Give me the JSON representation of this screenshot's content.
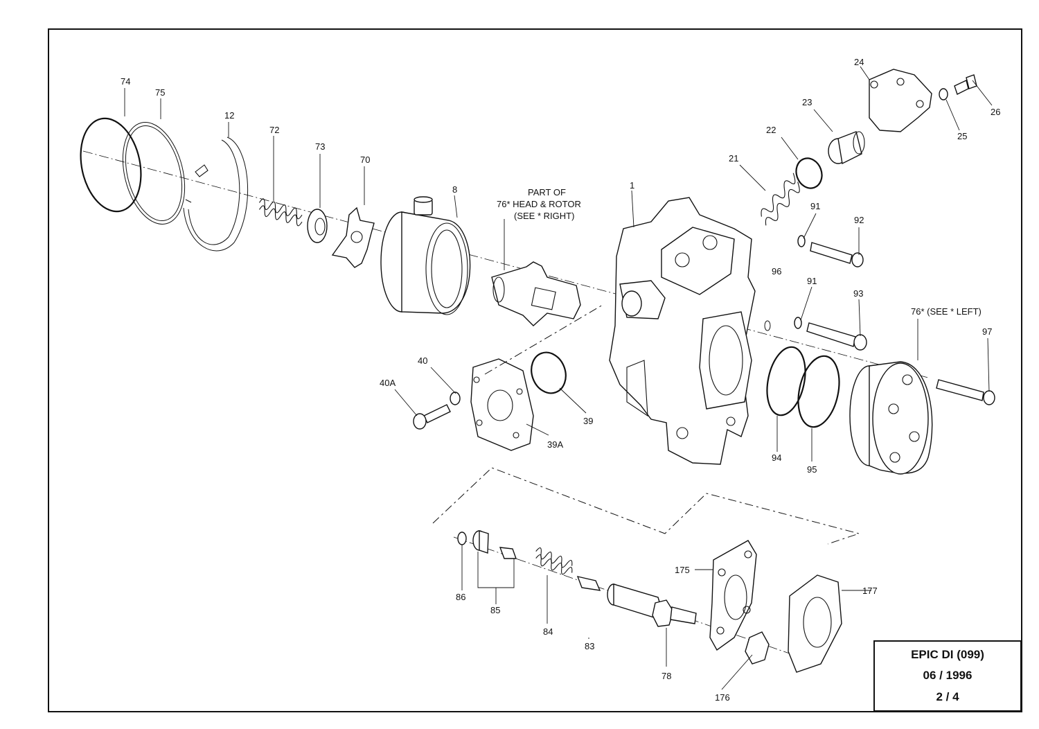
{
  "callouts": {
    "c74": "74",
    "c75": "75",
    "c12": "12",
    "c72": "72",
    "c73": "73",
    "c70": "70",
    "c8": "8",
    "c1": "1",
    "c21": "21",
    "c22": "22",
    "c23": "23",
    "c24": "24",
    "c25": "25",
    "c26": "26",
    "c91a": "91",
    "c92": "92",
    "c96": "96",
    "c91b": "91",
    "c93": "93",
    "c97": "97",
    "c40": "40",
    "c40A": "40A",
    "c39": "39",
    "c39A": "39A",
    "c94": "94",
    "c95": "95",
    "c86": "86",
    "c85": "85",
    "c84": "84",
    "c83": "83",
    "c78": "78",
    "c175": "175",
    "c176": "176",
    "c177": "177"
  },
  "notes": {
    "part_of_line1": "PART OF",
    "part_of_line2": "76* HEAD & ROTOR",
    "part_of_line3": "(SEE * RIGHT)",
    "see_left": "76* (SEE * LEFT)"
  },
  "title_block": {
    "model": "EPIC DI  (099)",
    "date": "06 / 1996",
    "page": "2 / 4"
  }
}
